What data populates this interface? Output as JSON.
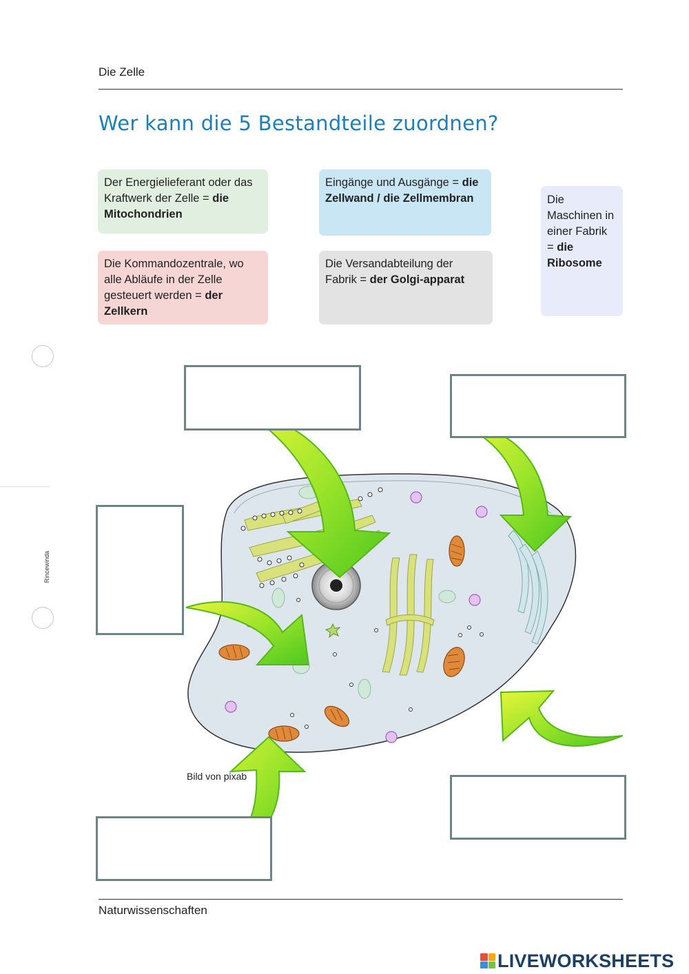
{
  "header": {
    "title": "Die Zelle"
  },
  "worksheet": {
    "title": "Wer kann die 5 Bestandteile zuordnen?"
  },
  "cards": {
    "mitochondria": {
      "text": "Der Energielieferant oder das Kraftwerk der Zelle = ",
      "bold": "die Mitochondrien",
      "color": "#e1efe0"
    },
    "membrane": {
      "text": "Eingänge und Ausgänge  = ",
      "bold": "die Zellwand / die Zellmembran",
      "color": "#c9e6f4"
    },
    "nucleus": {
      "text": "Die Kommandozentrale, wo alle Abläufe in der Zelle gesteuert werden = ",
      "bold": "der Zellkern",
      "color": "#f6d5d5"
    },
    "golgi": {
      "text": "Die Versandabteilung der Fabrik = ",
      "bold": "der Golgi-apparat",
      "color": "#e3e3e3"
    },
    "ribosome": {
      "text": "Die Maschinen in einer Fabrik = ",
      "bold": "die Ribosome",
      "color": "#e7ebfa"
    }
  },
  "side": {
    "author": "Rincewinda"
  },
  "image_credit": "Bild von pixab",
  "footer": {
    "text": "Naturwissenschaften"
  },
  "brand": {
    "name": "LIVEWORKSHEETS"
  },
  "colors": {
    "title_blue": "#1f7fb4",
    "arrow_green": "#7ed321",
    "box_border": "#6d8486",
    "cell_fill": "#dde6ec"
  }
}
